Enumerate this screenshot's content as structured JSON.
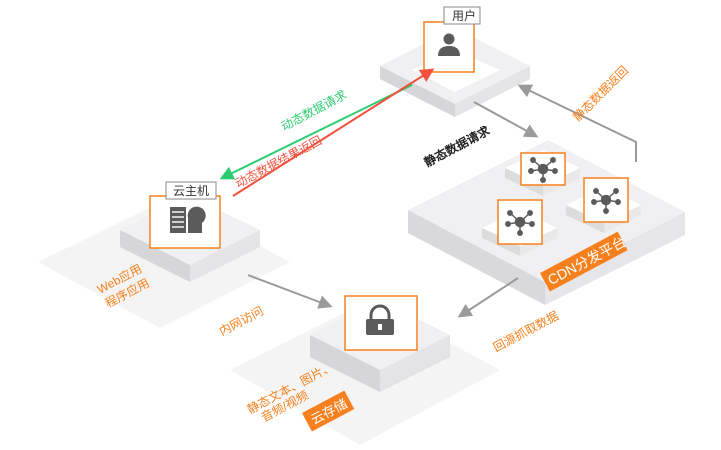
{
  "colors": {
    "accent_orange": "#f7801e",
    "green": "#2ecc71",
    "red": "#f0503c",
    "gray_arrow": "#9a9a9a",
    "icon_gray": "#5b5b5b"
  },
  "nodes": {
    "user": {
      "label": "用户",
      "icon": "user-icon"
    },
    "cloud_host": {
      "label": "云主机",
      "icon": "server-icon"
    },
    "cdn": {
      "label": "CDN分发平台",
      "icon": "network-node-icon"
    },
    "storage": {
      "label": "云存储",
      "icon": "lock-icon"
    }
  },
  "edges": {
    "dynamic_request": "动态数据请求",
    "dynamic_result": "动态数据结果返回",
    "static_request": "静态数据请求",
    "static_return": "静态数据返回",
    "intranet_access": "内网访问",
    "origin_fetch": "回源抓取数据"
  },
  "descriptions": {
    "web_app_line1": "Web应用",
    "web_app_line2": "程序应用",
    "static_content_line1": "静态文本、图片、",
    "static_content_line2": "音频/视频"
  }
}
